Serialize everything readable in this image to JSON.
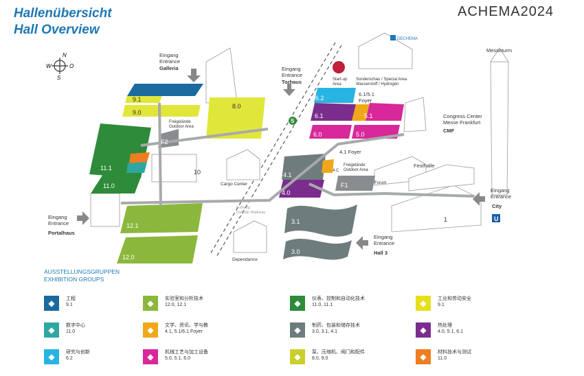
{
  "header": {
    "title_de": "Hallenübersicht",
    "title_en": "Hall Overview",
    "logo": "ACHEMA2024"
  },
  "colors": {
    "dark_blue": "#1a6aa0",
    "yellow_green": "#e1e63a",
    "green_dark": "#2e8b3a",
    "green_light": "#8bb83c",
    "orange": "#ef7d22",
    "teal": "#2fa7a0",
    "purple": "#7b2d8e",
    "magenta": "#d8289a",
    "grey": "#6f7c7d",
    "cyan": "#28b4e3",
    "path_grey": "#a7aaac"
  },
  "halls": {
    "h9_1": "9.1",
    "h9_0": "9.0",
    "h8_0": "8.0",
    "f2": "F2",
    "h11_1": "11.1",
    "h11_0": "11.0",
    "h10": "10",
    "h12_1": "12.1",
    "h12_0": "12.0",
    "h6_2": "6.2",
    "h6_1": "6.1",
    "h5_1": "5.1",
    "h6_0": "6.0",
    "h5_0": "5.0",
    "h4_1": "4.1",
    "h4_0": "4.0",
    "h4c": "4.C",
    "f1": "F1",
    "h3_1": "3.1",
    "h3_0": "3.0",
    "h1": "1"
  },
  "labels": {
    "galleria": [
      "Eingang",
      "Entrance",
      "Galleria"
    ],
    "torhaus": [
      "Eingang",
      "Entrance",
      "Torhaus"
    ],
    "portalhaus": [
      "Eingang",
      "Entrance",
      "Portalhaus"
    ],
    "city": [
      "Eingang",
      "Entrance",
      "City"
    ],
    "hall3": [
      "Eingang",
      "Entrance",
      "Hall 3"
    ],
    "messeturm": "Messeturm",
    "cmf": [
      "Congress Center",
      "Messe Frankfurt",
      "CMF"
    ],
    "startup": [
      "Start-up",
      "Area"
    ],
    "sonderschau": [
      "Sonderschau / Special Area",
      "Wasserstoff / Hydrogen"
    ],
    "foyer_6151": [
      "6.1/5.1",
      "Foyer"
    ],
    "foyer_41": "4.1 Foyer",
    "freigelaende_outdoor_1": [
      "Freigelände",
      "Outdoor Area"
    ],
    "freigelaende_outdoor_2": [
      "Freigelände",
      "Outdoor Area"
    ],
    "festhalle": "Festhalle",
    "forum": "Forum",
    "cargo_center": "Cargo Center",
    "dependance": "Dependance",
    "fussweg": [
      "Fußweg",
      "Outside Walkway"
    ],
    "dechema": "DECHEMA",
    "u_sign": "U",
    "s_sign": "S"
  },
  "compass": {
    "n": "N",
    "s": "S",
    "w": "W",
    "o": "O"
  },
  "legend": {
    "heading": [
      "AUSSTELLUNGSGRUPPEN",
      "EXHIBITION GROUPS"
    ],
    "items": [
      {
        "name": "工程",
        "halls": "9.1",
        "color": "#1a6aa0",
        "icon": "pipe-icon"
      },
      {
        "name": "数字中心",
        "halls": "11.0",
        "color": "#2fa7a0",
        "icon": "digital-icon"
      },
      {
        "name": "研究与创新",
        "halls": "6.2",
        "color": "#28b4e3",
        "icon": "research-icon"
      },
      {
        "name": "实验室和分析技术",
        "halls": "12.0, 12.1",
        "color": "#8bb83c",
        "icon": "lab-icon"
      },
      {
        "name": "文学、资讯、学与教",
        "halls": "4.1, 5.1/6.1 Foyer",
        "color": "#f0a81a",
        "icon": "book-icon"
      },
      {
        "name": "机械工艺与加工设备",
        "halls": "5.0, 5.1, 6.0",
        "color": "#d8289a",
        "icon": "machine-icon"
      },
      {
        "name": "仪表、控制和自动化技术",
        "halls": "11.0, 11.1",
        "color": "#2e8b3a",
        "icon": "gauge-icon"
      },
      {
        "name": "制药、包装和储存技术",
        "halls": "3.0, 3.1, 4.1",
        "color": "#6f7c7d",
        "icon": "pharma-icon"
      },
      {
        "name": "泵、压缩机、阀门和配件",
        "halls": "8.0, 9.0",
        "color": "#c9cf2c",
        "icon": "valve-icon"
      },
      {
        "name": "工业和劳动安全",
        "halls": "9.1",
        "color": "#e8df1c",
        "icon": "safety-icon"
      },
      {
        "name": "热处理",
        "halls": "4.0, 5.1, 6.1",
        "color": "#7b2d8e",
        "icon": "heat-icon"
      },
      {
        "name": "材料技术与测试",
        "halls": "11.0",
        "color": "#ef7d22",
        "icon": "material-icon"
      }
    ]
  }
}
